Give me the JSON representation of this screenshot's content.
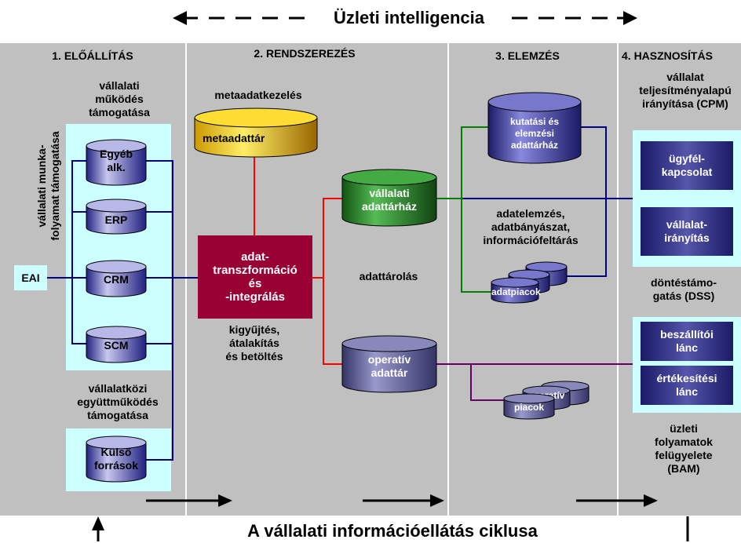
{
  "banner": {
    "title": "Üzleti intelligencia"
  },
  "footer": {
    "title": "A vállalati információellátás ciklusa"
  },
  "columns": {
    "c1": "1. ELŐÁLLÍTÁS",
    "c2": "2. RENDSZEREZÉS",
    "c3": "3. ELEMZÉS",
    "c4": "4. HASZNOSÍTÁS"
  },
  "col1": {
    "vertical_label": "vállalati munka-\nfolyamat támogatása",
    "support_title": "vállalati\nműködés\ntámogatása",
    "systems": [
      "Egyéb\nalk.",
      "ERP",
      "CRM",
      "SCM"
    ],
    "eai": "EAI",
    "interorg_title": "vállalatközi\negyüttműködés\ntámogatása",
    "external": "Külső\nforrások"
  },
  "col2": {
    "meta_title": "metaadatkezelés",
    "meta_store": "metaadattár",
    "etl_box": "adat-\ntranszformáció\nés\n-integrálás",
    "etl_caption": "kigyűjtés,\nátalakítás\nés betöltés",
    "dw": "vállalati\nadattárház",
    "storage": "adattárolás",
    "ods": "operatív\nadattár"
  },
  "col3": {
    "research_dw": "kutatási és\nelemzési\nadattárház",
    "analysis": "adatelemzés,\nadatbányászat,\ninformációfeltárás",
    "datamarts": "adatpiacok",
    "op_marts_1": "operatív",
    "op_marts_2": "piacok"
  },
  "col4": {
    "cpm_title": "vállalat\nteljesítményalapú\nirányítása (CPM)",
    "crm_box": "ügyfél-\nkapcsolat",
    "mgmt_box": "vállalat-\nirányítás",
    "dss": "döntéstámo-\ngatás (DSS)",
    "supply_box": "beszállítói\nlánc",
    "sales_box": "értékesítési\nlánc",
    "bam": "üzleti\nfolyamatok\nfelügyelete\n(BAM)"
  },
  "colors": {
    "column_bg": "#c0c0c0",
    "panel_bg": "#ccffff",
    "navy": "#000080",
    "red": "#ff0000",
    "green": "#008000",
    "purple": "#660066",
    "etl_box": "#990033",
    "meta_cyl": "#ffcc00",
    "dw_cyl": "#339933",
    "ods_cyl": "#666699"
  }
}
